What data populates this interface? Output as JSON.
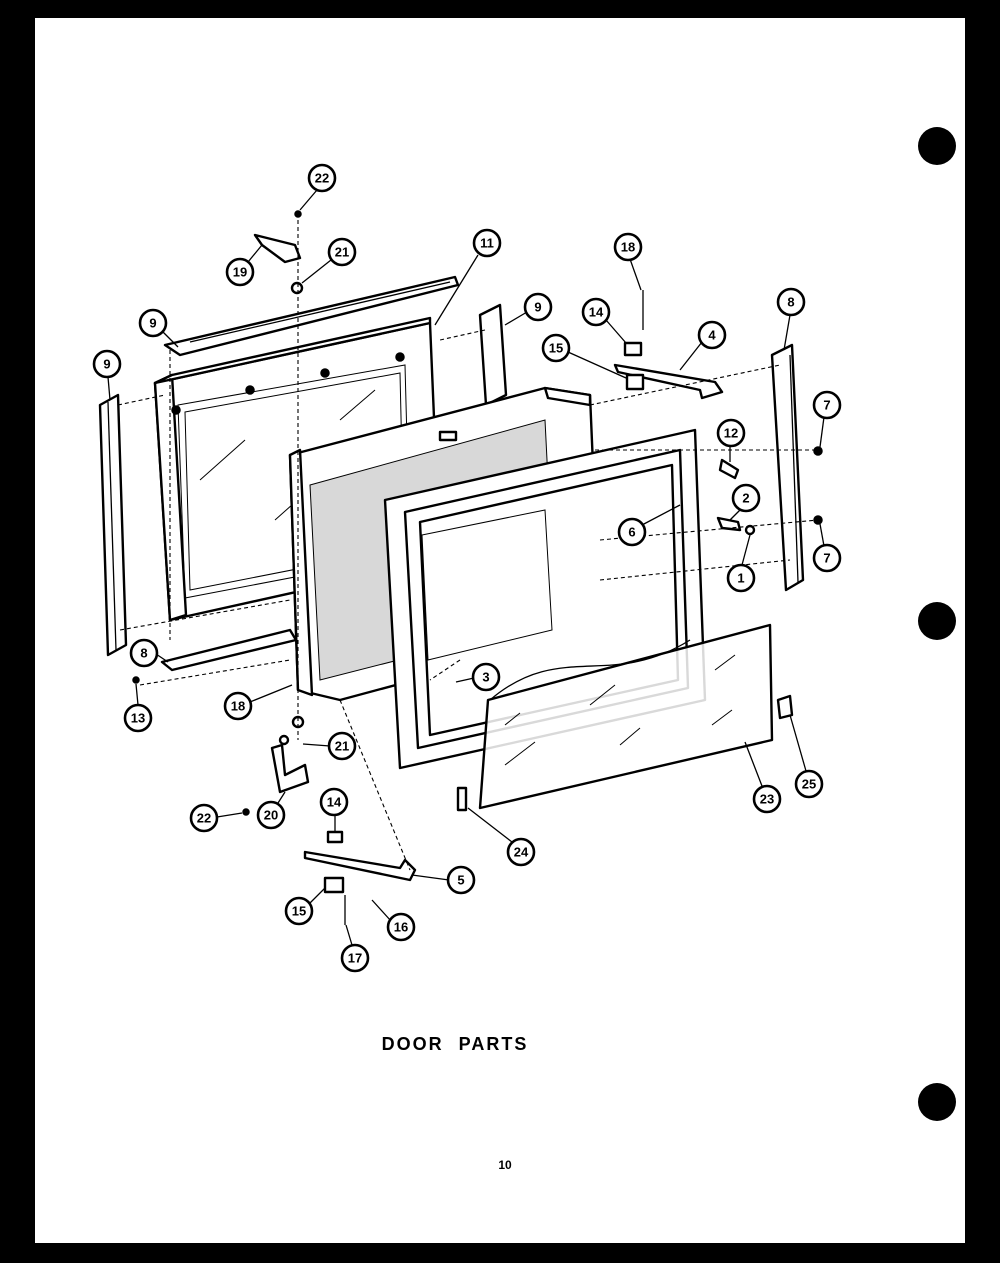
{
  "caption": "DOOR PARTS",
  "page_number": "10",
  "callouts": [
    {
      "id": "c22a",
      "label": "22"
    },
    {
      "id": "c21a",
      "label": "21"
    },
    {
      "id": "c19",
      "label": "19"
    },
    {
      "id": "c11",
      "label": "11"
    },
    {
      "id": "c9a",
      "label": "9"
    },
    {
      "id": "c9b",
      "label": "9"
    },
    {
      "id": "c9c",
      "label": "9"
    },
    {
      "id": "c8a",
      "label": "8"
    },
    {
      "id": "c8b",
      "label": "8"
    },
    {
      "id": "c18a",
      "label": "18"
    },
    {
      "id": "c14a",
      "label": "14"
    },
    {
      "id": "c15a",
      "label": "15"
    },
    {
      "id": "c4",
      "label": "4"
    },
    {
      "id": "c7a",
      "label": "7"
    },
    {
      "id": "c7b",
      "label": "7"
    },
    {
      "id": "c12",
      "label": "12"
    },
    {
      "id": "c2",
      "label": "2"
    },
    {
      "id": "c6",
      "label": "6"
    },
    {
      "id": "c1",
      "label": "1"
    },
    {
      "id": "c3",
      "label": "3"
    },
    {
      "id": "c13",
      "label": "13"
    },
    {
      "id": "c18b",
      "label": "18"
    },
    {
      "id": "c21b",
      "label": "21"
    },
    {
      "id": "c20",
      "label": "20"
    },
    {
      "id": "c22b",
      "label": "22"
    },
    {
      "id": "c14b",
      "label": "14"
    },
    {
      "id": "c5",
      "label": "5"
    },
    {
      "id": "c15b",
      "label": "15"
    },
    {
      "id": "c16",
      "label": "16"
    },
    {
      "id": "c17",
      "label": "17"
    },
    {
      "id": "c24",
      "label": "24"
    },
    {
      "id": "c23",
      "label": "23"
    },
    {
      "id": "c25",
      "label": "25"
    }
  ]
}
